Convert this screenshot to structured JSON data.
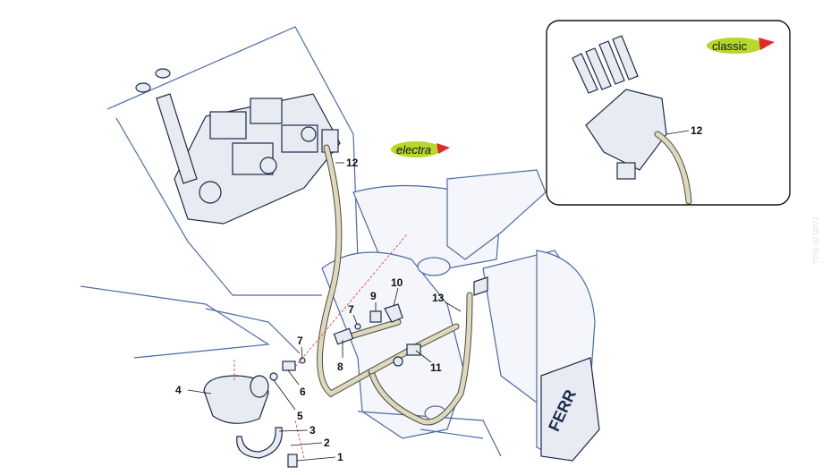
{
  "diagram": {
    "logos": {
      "main": "electra",
      "inset": "classic"
    },
    "colors": {
      "outline": "#4a6aa8",
      "hose": "#ddd9bf",
      "logo_green": "#b5d82b",
      "logo_red": "#e02a2a",
      "leader_dash": "#e03030"
    },
    "callouts": {
      "c1": "1",
      "c2": "2",
      "c3": "3",
      "c4": "4",
      "c5": "5",
      "c6": "6",
      "c7a": "7",
      "c7b": "7",
      "c8": "8",
      "c9": "9",
      "c10": "10",
      "c11": "11",
      "c12a": "12",
      "c12b": "12",
      "c13": "13"
    },
    "watermark": "TP61 02 GP71"
  }
}
